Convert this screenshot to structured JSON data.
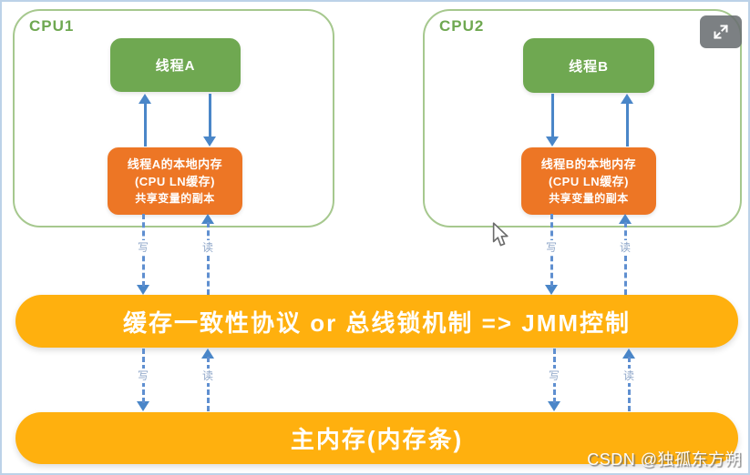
{
  "viewer": {
    "fullscreen_button_icon": "fullscreen-expand-icon",
    "watermark": "CSDN @独孤东方朔"
  },
  "diagram": {
    "cpu1": {
      "title": "CPU1",
      "thread": "线程A",
      "local_memory": [
        "线程A的本地内存",
        "(CPU LN缓存)",
        "共享变量的副本"
      ]
    },
    "cpu2": {
      "title": "CPU2",
      "thread": "线程B",
      "local_memory": [
        "线程B的本地内存",
        "(CPU LN缓存)",
        "共享变量的副本"
      ]
    },
    "bus_bar": "缓存一致性协议 or 总线锁机制 => JMM控制",
    "main_memory_bar": "主内存(内存条)",
    "flow_labels": {
      "write": "写",
      "read": "读"
    },
    "colors": {
      "thread_green": "#6fa851",
      "cpu_border_green": "#a6c88e",
      "local_memory_orange": "#ed7625",
      "bar_amber": "#ffb00e",
      "arrow_blue": "#4a86c8",
      "dashed_arrow_blue": "#5f8fd0",
      "flow_label_blue": "#8ea6c8"
    }
  }
}
